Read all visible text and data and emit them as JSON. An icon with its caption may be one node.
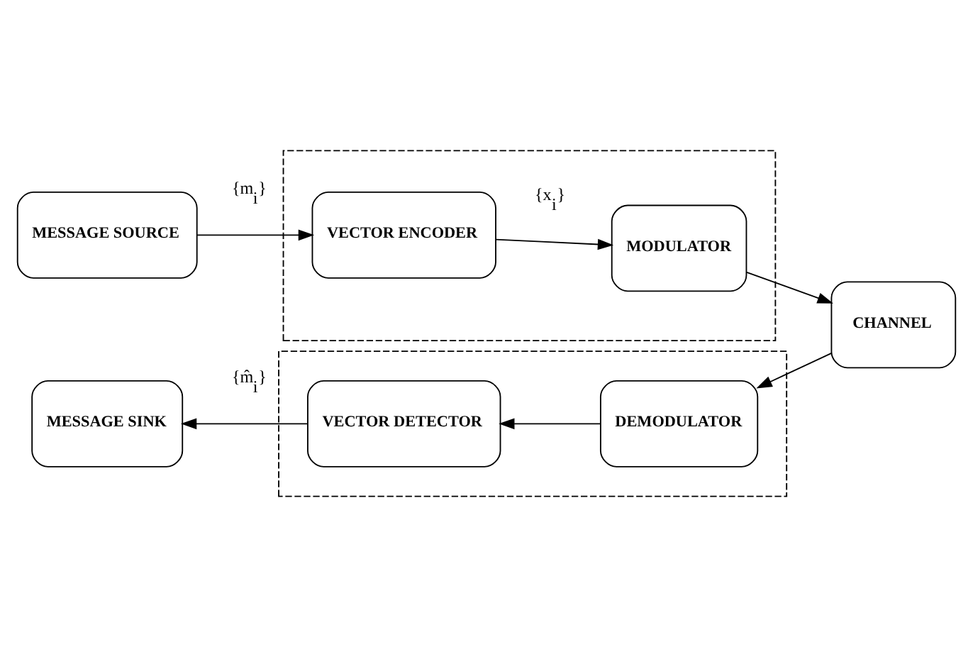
{
  "diagram": {
    "nodes": [
      {
        "text": [
          "MESSAGE SOURCE"
        ]
      },
      {
        "text": [],
        "shape": "box"
      },
      {
        "text": [
          "VECTOR ENCODER"
        ],
        "in": 1
      },
      {
        "text": [
          "MODULATOR"
        ],
        "in": 1
      },
      {
        "text": [
          "CHANNEL"
        ]
      },
      {
        "text": [
          "MESSAGE SINK"
        ]
      },
      {
        "text": [],
        "shape": "box"
      },
      {
        "text": [
          "VECTOR DETECTOR"
        ],
        "in": 6
      },
      {
        "text": [
          "DEMODULATOR"
        ],
        "in": 6
      }
    ],
    "edges": [
      {
        "from": 0,
        "to": 2,
        "arrow": "to",
        "label": "{m$_{i}$}"
      },
      {
        "from": 2,
        "to": 3,
        "arrow": "to",
        "label": "{x$_{i}$}"
      },
      {
        "from": 3,
        "to": 4,
        "arrow": "to"
      },
      {
        "from": 4,
        "to": 8,
        "arrow": "to"
      },
      {
        "from": 8,
        "to": 7,
        "arrow": "to"
      },
      {
        "from": 7,
        "to": 5,
        "arrow": "to",
        "label": "{m̂$_{i}$}"
      }
    ]
  }
}
